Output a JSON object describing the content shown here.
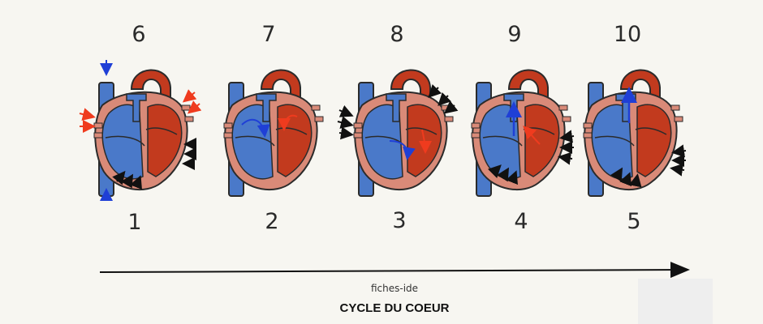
{
  "diagram": {
    "top_labels": [
      "6",
      "7",
      "8",
      "9",
      "10"
    ],
    "bottom_labels": [
      "1",
      "2",
      "3",
      "4",
      "5"
    ],
    "credit": "fiches-ide",
    "title": "CYCLE DU COEUR",
    "colors": {
      "blue": "#4a79c9",
      "red": "#c23a1e",
      "pink": "#d98a78",
      "outline": "#2b2b2b",
      "arrow_blue": "#1f3fd6",
      "arrow_red": "#ef3b1e",
      "arrow_black": "#111111"
    },
    "hearts": [
      {
        "stage": 1,
        "arrows": [
          "blue-in-top",
          "blue-in-bottom",
          "red-in-left",
          "red-in-right",
          "black-right",
          "black-bottom"
        ]
      },
      {
        "stage": 2,
        "arrows": [
          "blue-flow",
          "red-flow"
        ]
      },
      {
        "stage": 3,
        "arrows": [
          "black-left",
          "black-top-right",
          "blue-flow",
          "red-flow"
        ]
      },
      {
        "stage": 4,
        "arrows": [
          "black-right",
          "black-bottom",
          "blue-up",
          "red-flow"
        ]
      },
      {
        "stage": 5,
        "arrows": [
          "black-right",
          "black-bottom",
          "blue-up"
        ]
      }
    ]
  }
}
